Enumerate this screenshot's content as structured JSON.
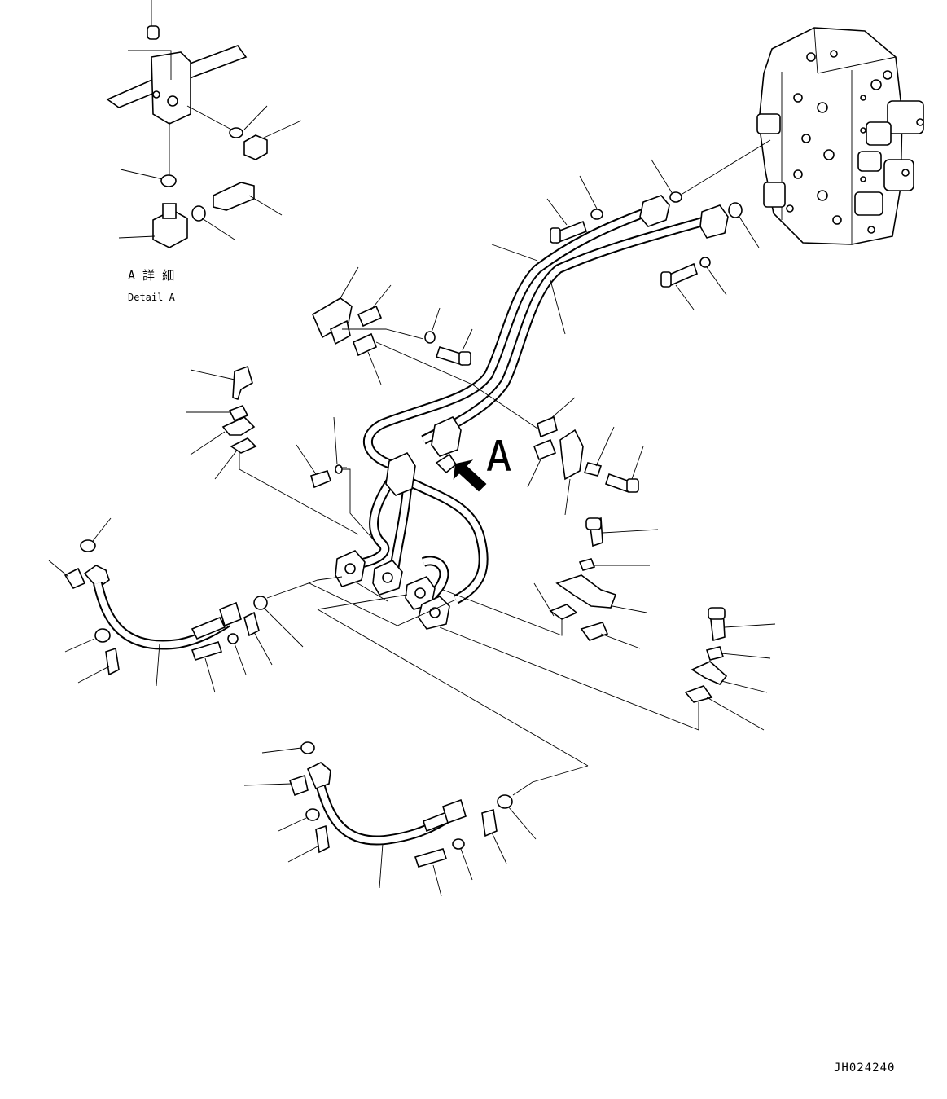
{
  "detail_label": {
    "jp_letter": "A",
    "jp_text": "詳 細",
    "en_text": "Detail",
    "en_letter": "A"
  },
  "view_arrow_letter": "A",
  "drawing_code": "JH024240"
}
